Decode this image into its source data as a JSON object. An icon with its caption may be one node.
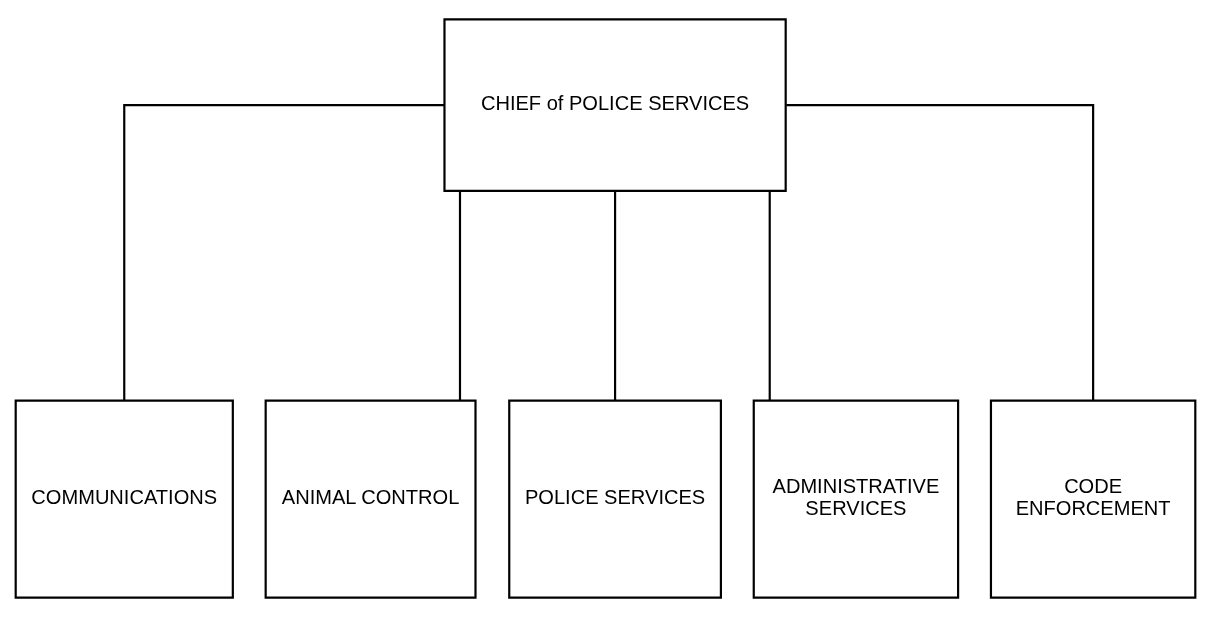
{
  "diagram": {
    "nodes": [
      {
        "text": [
          "CHIEF of POLICE SERVICES"
        ]
      },
      {
        "text": [
          "COMMUNICATIONS"
        ]
      },
      {
        "text": [
          "ANIMAL CONTROL"
        ]
      },
      {
        "text": [
          "POLICE SERVICES"
        ]
      },
      {
        "text": [
          "ADMINISTRATIVE SERVICES"
        ]
      },
      {
        "text": [
          "CODE ENFORCEMENT"
        ]
      }
    ],
    "edges": [
      {
        "from": 0,
        "to": 1,
        "arrow": "none"
      },
      {
        "from": 0,
        "to": 2,
        "arrow": "none"
      },
      {
        "from": 0,
        "to": 3,
        "arrow": "none"
      },
      {
        "from": 0,
        "to": 4,
        "arrow": "none"
      },
      {
        "from": 0,
        "to": 5,
        "arrow": "none"
      }
    ]
  }
}
